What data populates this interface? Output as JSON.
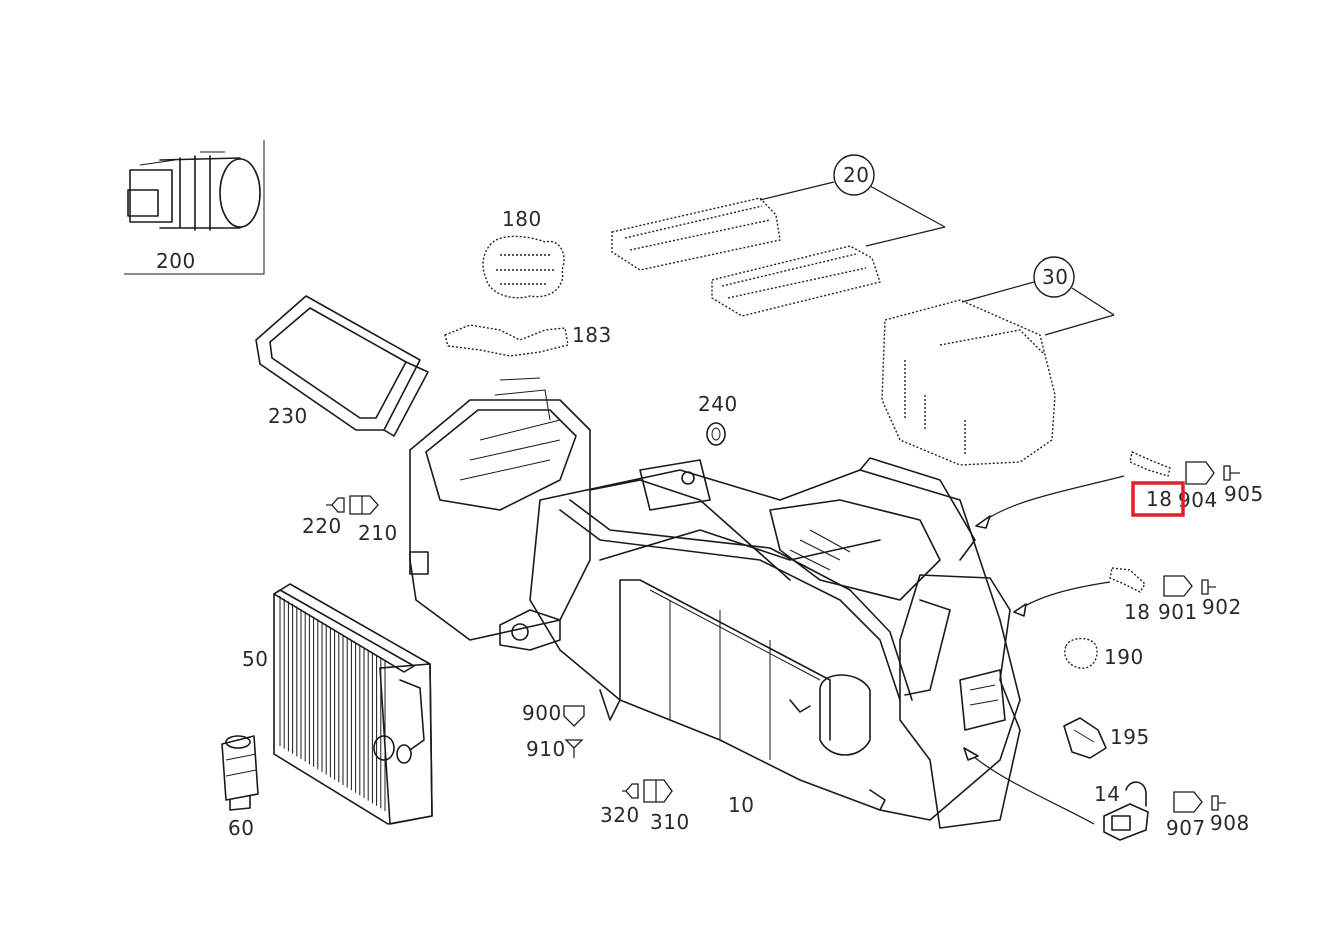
{
  "highlight_color": "#e41e26",
  "highlighted_part": "18",
  "labels": {
    "p200": "200",
    "p180": "180",
    "p20": "20",
    "p30": "30",
    "p183": "183",
    "p230": "230",
    "p240": "240",
    "p18a": "18",
    "p904": "904",
    "p905": "905",
    "p220": "220",
    "p210": "210",
    "p18b": "18",
    "p901": "901",
    "p902": "902",
    "p50": "50",
    "p190": "190",
    "p195": "195",
    "p900": "900",
    "p910": "910",
    "p14": "14",
    "p907": "907",
    "p908": "908",
    "p320": "320",
    "p310": "310",
    "p10": "10",
    "p60": "60"
  }
}
